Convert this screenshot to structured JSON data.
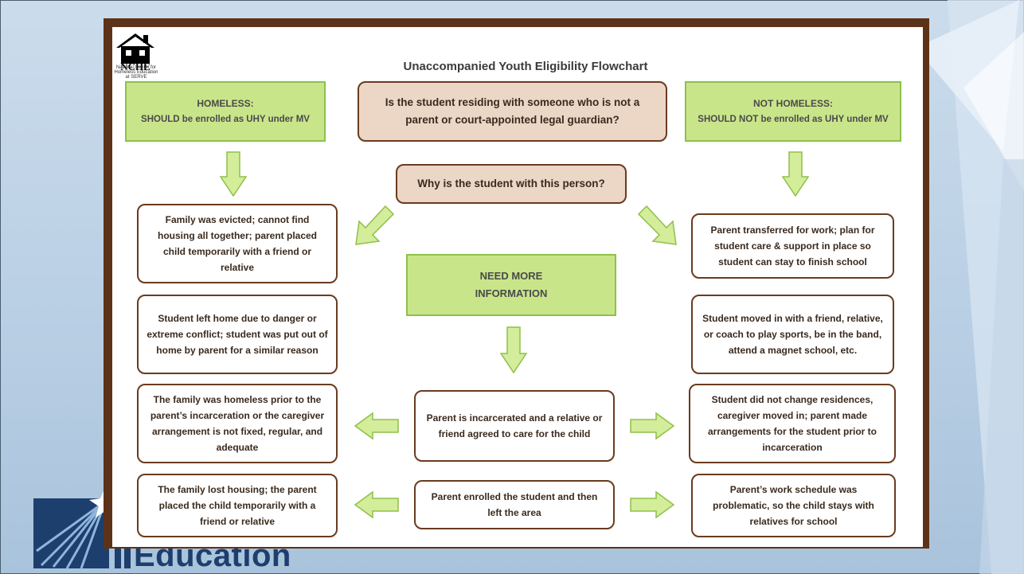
{
  "brand": {
    "text": "Education"
  },
  "logo": {
    "acronym": "NCHE",
    "subtitle": "National Center for Homeless Education at SERVE"
  },
  "flowchart": {
    "title": "Unaccompanied Youth Eligibility Flowchart",
    "homeless": {
      "heading": "HOMELESS:",
      "sub": "SHOULD be enrolled as UHY under MV"
    },
    "not_homeless": {
      "heading": "NOT HOMELESS:",
      "sub": "SHOULD NOT be enrolled as UHY under MV"
    },
    "question": "Is the student residing with someone who is not a parent or court-appointed legal guardian?",
    "why": "Why is the student with this person?",
    "need_more": "NEED MORE INFORMATION",
    "left": [
      "Family was evicted; cannot find housing all together; parent placed child temporarily with a friend or relative",
      "Student left home due to danger or extreme conflict; student was put out of home by parent for a similar reason",
      "The family was homeless prior to the parent’s incarceration or the caregiver arrangement is not fixed, regular, and adequate",
      "The family lost housing; the parent placed the child temporarily with a friend or relative"
    ],
    "right": [
      "Parent transferred for work; plan for student care & support in place so student can stay to finish school",
      "Student moved in with a friend, relative, or coach to play sports, be in the band, attend a magnet school, etc.",
      "Student did not change residences, caregiver moved in; parent made arrangements for the student prior to incarceration",
      "Parent’s work schedule was problematic, so the child stays with relatives for school"
    ],
    "center": [
      "Parent is incarcerated and a relative or friend agreed to care for the child",
      "Parent enrolled the student and then left the area"
    ]
  },
  "colors": {
    "green_fill": "#c9e58a",
    "green_border": "#8fc04a",
    "brown": "#6a3b1f",
    "tan": "#ecd6c6"
  }
}
